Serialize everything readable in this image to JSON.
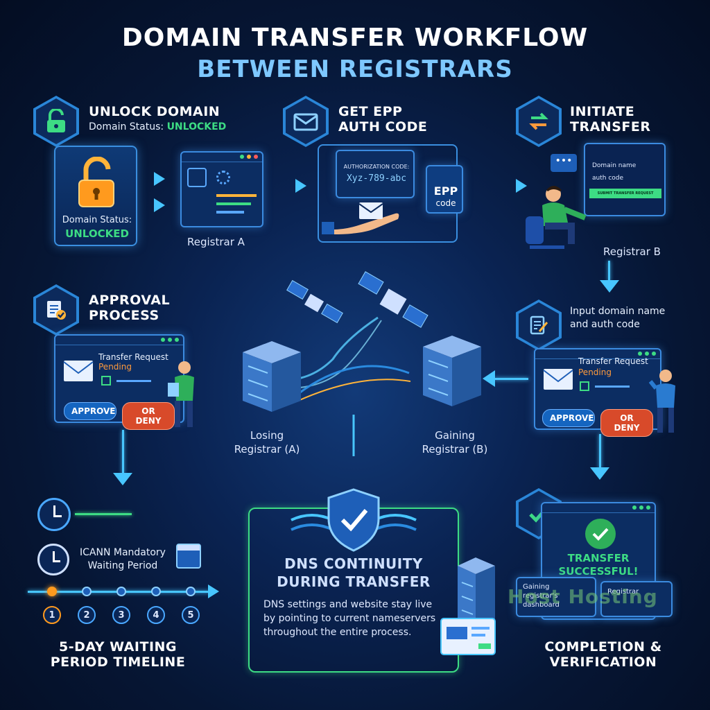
{
  "title": {
    "line1": "DOMAIN TRANSFER WORKFLOW",
    "line2": "BETWEEN REGISTRARS"
  },
  "step1": {
    "heading": "UNLOCK DOMAIN",
    "status_prefix": "Domain Status: ",
    "status_value": "UNLOCKED",
    "panel_label": "Domain Status:",
    "panel_value": "UNLOCKED",
    "registrar_label": "Registrar A"
  },
  "step2": {
    "heading_line1": "GET EPP",
    "heading_line2": "AUTH CODE",
    "code_label": "AUTHORIZATION CODE:",
    "code_value": "Xyz-789-abc",
    "doc_line1": "EPP",
    "doc_line2": "code"
  },
  "step3": {
    "heading_line1": "INITIATE",
    "heading_line2": "TRANSFER",
    "screen_line1": "Domain name",
    "screen_line2": "auth code",
    "screen_button": "SUBMIT TRANSFER REQUEST",
    "registrar_label": "Registrar B"
  },
  "step4": {
    "heading_line1": "APPROVAL",
    "heading_line2": "PROCESS",
    "req_title": "Transfer Request",
    "req_status": "Pending",
    "approve": "APPROVE",
    "deny": "OR DENY"
  },
  "right_input": {
    "text_line1": "Input domain name",
    "text_line2": "and auth code",
    "req_title": "Transfer Request",
    "req_status": "Pending",
    "approve": "APPROVE",
    "deny": "OR DENY"
  },
  "center": {
    "losing_line1": "Losing",
    "losing_line2": "Registrar (A)",
    "gaining_line1": "Gaining",
    "gaining_line2": "Registrar (B)"
  },
  "timeline": {
    "wait_line1": "ICANN Mandatory",
    "wait_line2": "Waiting Period",
    "days": [
      "1",
      "2",
      "3",
      "4",
      "5"
    ],
    "footer_line1": "5-DAY WAITING",
    "footer_line2": "PERIOD TIMELINE"
  },
  "dns": {
    "heading_line1": "DNS CONTINUITY",
    "heading_line2": "DURING TRANSFER",
    "body": "DNS settings and website stay live by pointing to current nameservers throughout the entire process."
  },
  "completion": {
    "success_line1": "TRANSFER",
    "success_line2": "SUCCESSFUL!",
    "dash_line1": "Gaining",
    "dash_line2": "registrar's",
    "dash_line3": "dashboard",
    "dash_right": "Registrar",
    "watermark": "Host Hosting",
    "footer_line1": "COMPLETION &",
    "footer_line2": "VERIFICATION"
  },
  "colors": {
    "accent": "#48c6ff",
    "success": "#3ddc84",
    "pending": "#ff9a3c",
    "deny": "#d84a2a",
    "approve": "#1565c0"
  }
}
